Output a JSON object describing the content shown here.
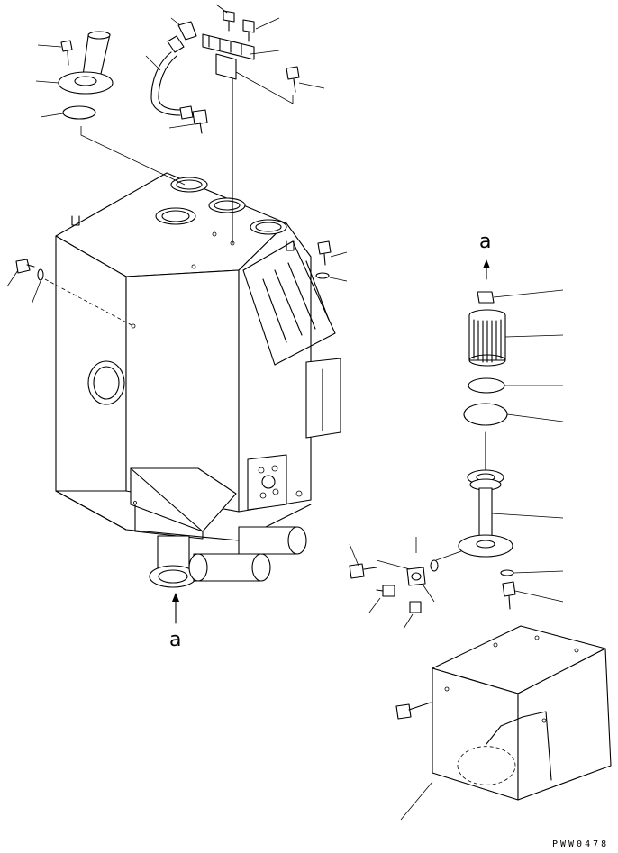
{
  "labels": {
    "ref_left": "a",
    "ref_right": "a"
  },
  "drawing_code": "PWW0478",
  "colors": {
    "line": "#000000",
    "background": "#ffffff"
  }
}
